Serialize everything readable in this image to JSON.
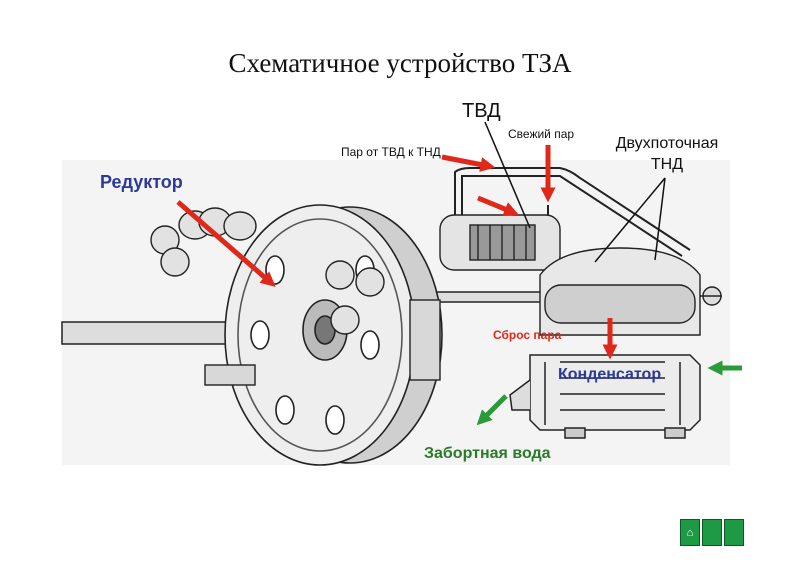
{
  "slide": {
    "title": "Схематичное устройство ТЗА"
  },
  "labels": {
    "reductor": "Редуктор",
    "tvd": "ТВД",
    "fresh_steam": "Свежий пар",
    "steam_tvd_to_tnd": "Пар от ТВД к ТНД",
    "tnd_line1": "Двухпоточная",
    "tnd_line2": "ТНД",
    "steam_discharge": "Сброс пара",
    "condenser": "Конденсатор",
    "seawater": "Забортная вода"
  },
  "colors": {
    "arrow_red": "#e0281a",
    "arrow_green": "#2a9a3a",
    "label_blue": "#2b3a9a",
    "nav_green": "#1e9a45"
  },
  "nav": {
    "buttons": [
      "home-icon",
      "back-icon",
      "forward-icon"
    ]
  }
}
